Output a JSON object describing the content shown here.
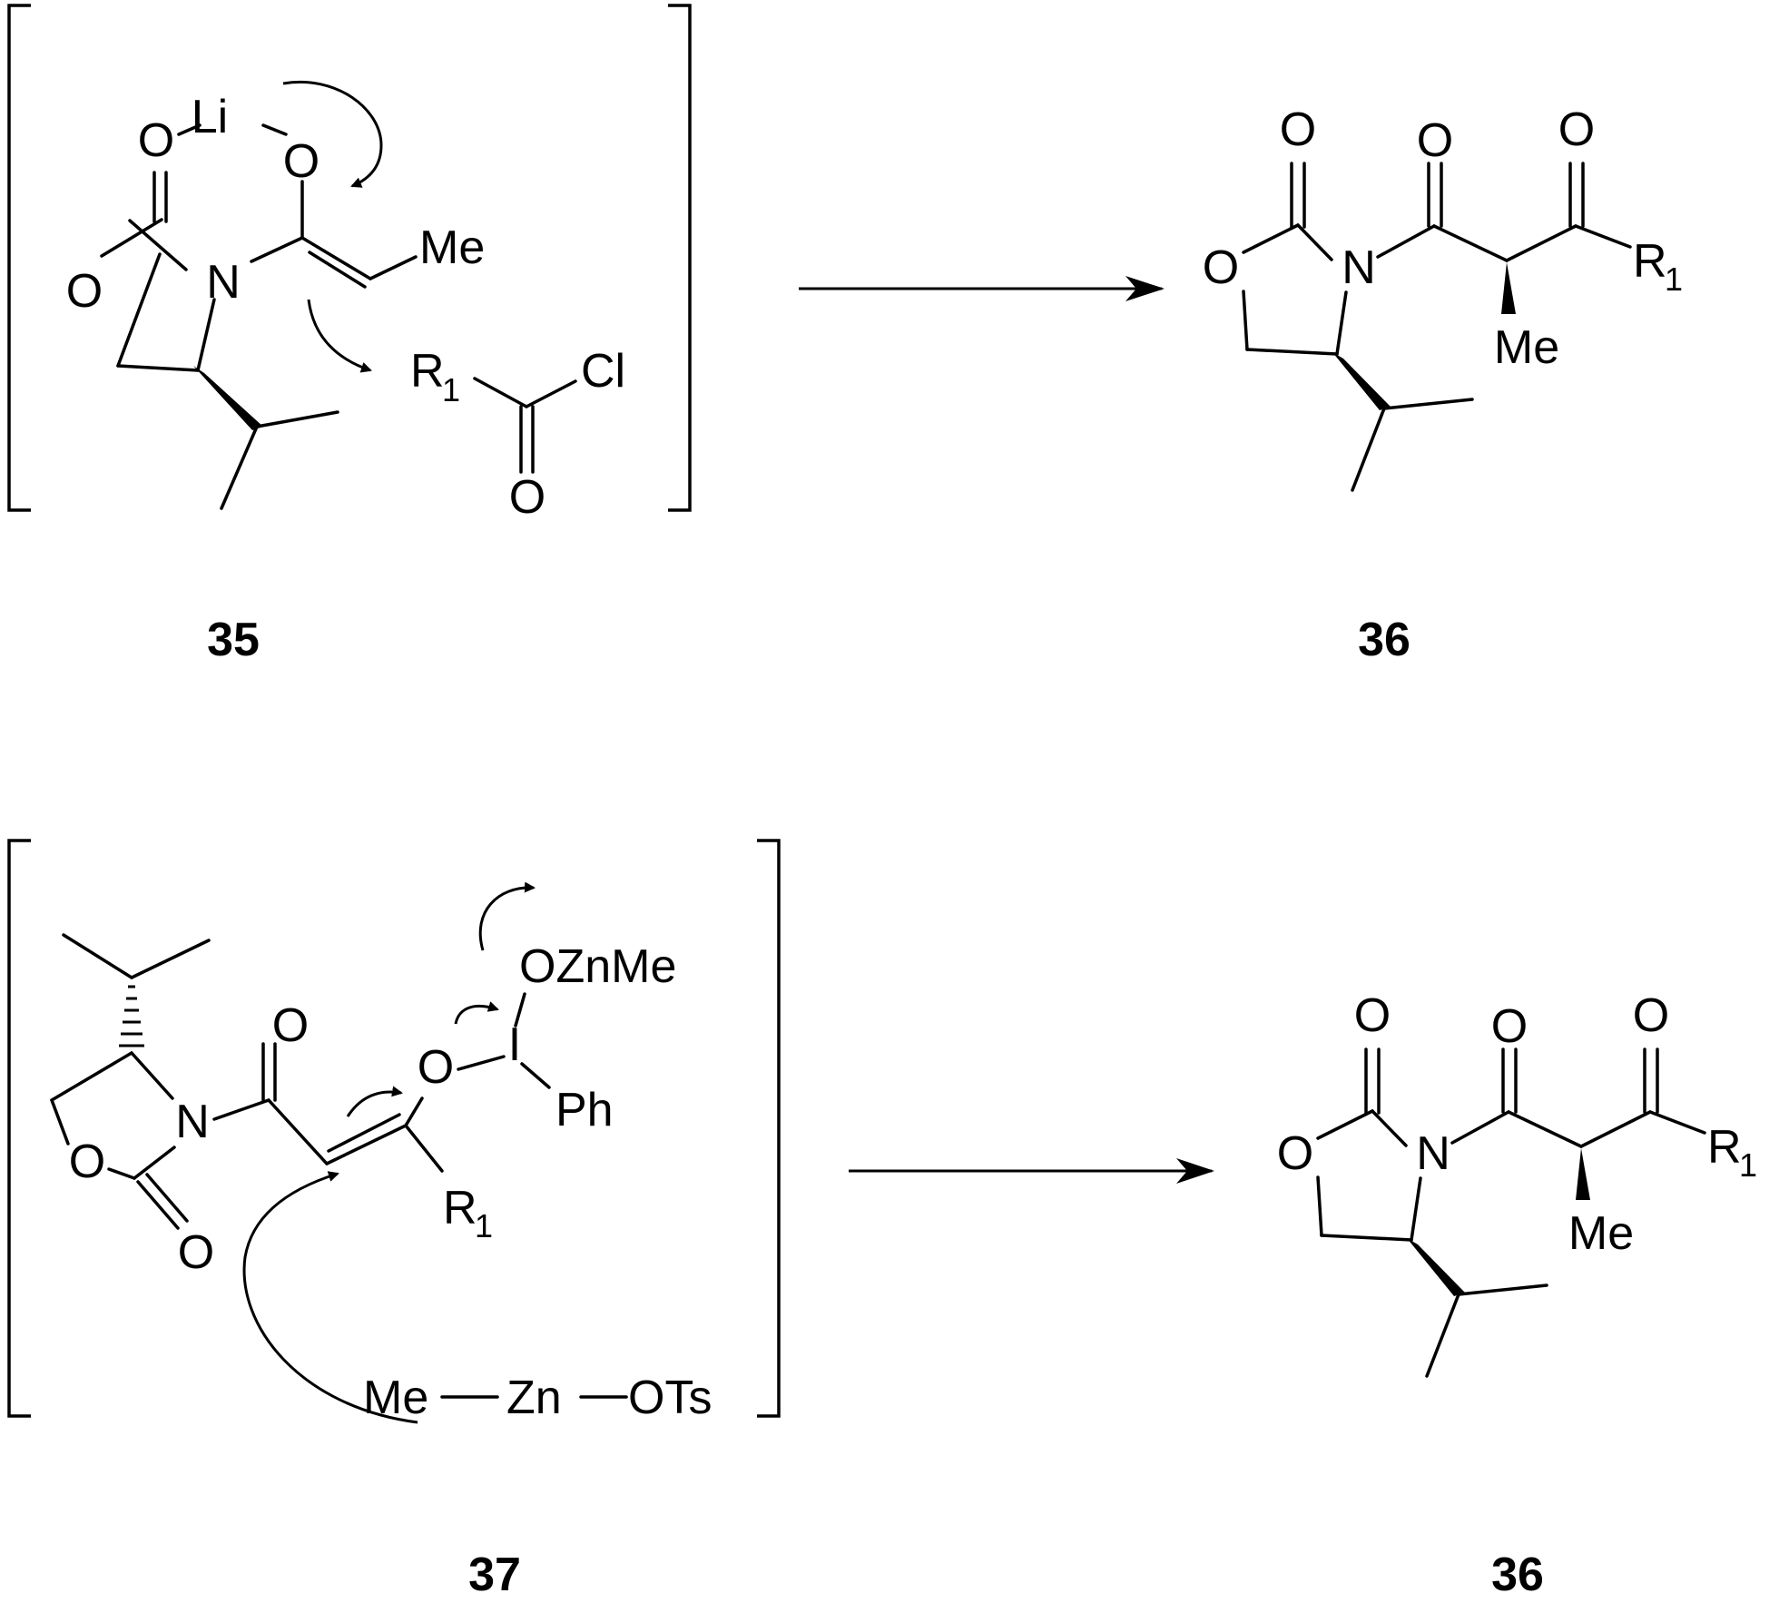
{
  "scheme_top": {
    "intermediate_label": "35",
    "product_label": "36",
    "atoms": {
      "li": "Li",
      "o": "O",
      "n": "N",
      "me": "Me",
      "r1": "R",
      "r1_sub": "1",
      "cl": "Cl"
    }
  },
  "scheme_bottom": {
    "intermediate_label": "37",
    "product_label": "36",
    "atoms": {
      "o": "O",
      "n": "N",
      "i": "I",
      "ph": "Ph",
      "ozn": "OZnMe",
      "me": "Me",
      "zn": "Zn",
      "ots": "OTs",
      "r1": "R",
      "r1_sub": "1"
    }
  }
}
